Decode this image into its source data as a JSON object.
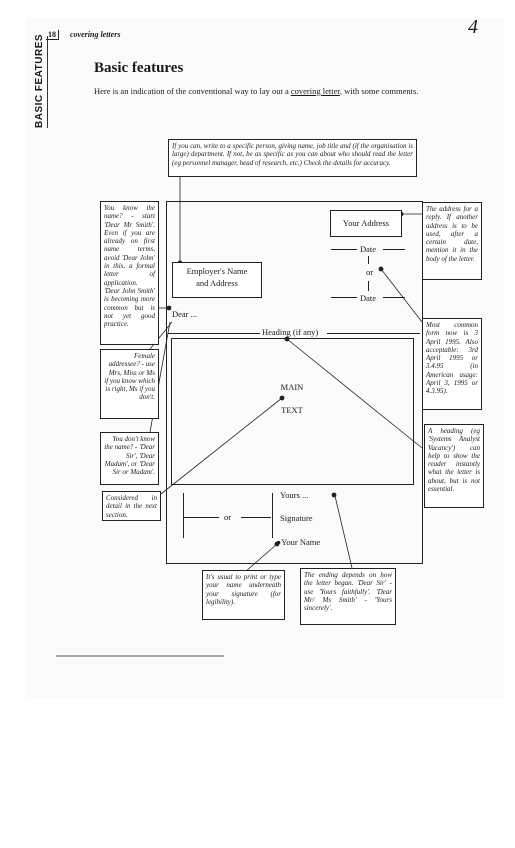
{
  "header": {
    "page_number": "18",
    "running_head": "covering letters",
    "handwritten_mark": "4",
    "side_tab": "BASIC FEATURES"
  },
  "title": "Basic features",
  "intro": {
    "before": "Here is an indication of the conventional way to lay out a ",
    "link": "covering letter",
    "after": ", with some comments."
  },
  "letter": {
    "your_address": "Your Address",
    "employer_address_l1": "Employer's Name",
    "employer_address_l2": "and Address",
    "date_top": "Date",
    "or_date": "or",
    "date_bottom": "Date",
    "dear": "Dear ...",
    "heading": "Heading (if any)",
    "main_l1": "MAIN",
    "main_l2": "TEXT",
    "yours": "Yours ...",
    "or_sig": "or",
    "signature": "Signature",
    "your_name": "Your Name"
  },
  "notes": {
    "top": "If you can, write to a specific person, giving name, job title and (if the organisation is large) department. If not, be as specific as you can about who should read the letter (eg personnel manager, head of research, etc.) Check the details for accuracy.",
    "know_name": "You know the name? - start 'Dear Mr Smith'. Even if you are already on first name terms, avoid 'Dear John' in this, a formal letter of application. 'Dear John Smith' is becoming more common but is not yet good practice.",
    "female": "Female addressee? - use Mrs, Miss or Ms if you know which is right, Ms if you don't.",
    "dont_know": "You don't know the name? - 'Dear Sir', 'Dear Madam', or 'Dear Sir or Madam'.",
    "considered": "Considered in detail in the next section.",
    "address": "The address for a reply. If another address is to be used, after a certain date, mention it in the body of the letter.",
    "date_form": "Most common form now is 3 April 1995. Also acceptable: 3rd April 1995 or 3.4.95 (in American usage: April 3, 1995 or 4.3.95).",
    "heading": "A heading (eg 'Systems Analyst Vacancy') can help to show the reader instantly what the letter is about, but is not essential.",
    "print_name": "It's usual to print or type your name underneath your signature (for legibility).",
    "ending": "The ending depends on how the letter began. 'Dear Sir' - use 'Yours faithfully'. 'Dear Mr/ Ms Smith' - 'Yours sincerely'."
  }
}
